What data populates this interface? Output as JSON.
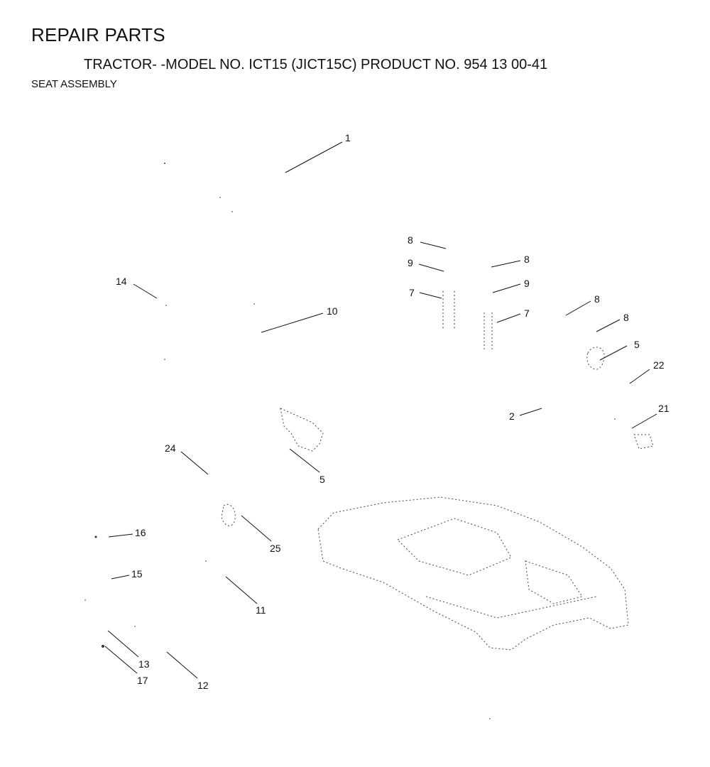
{
  "header": {
    "title": "REPAIR PARTS",
    "subtitle": "TRACTOR- -MODEL NO. ICT15 (JICT15C) PRODUCT NO. 954 13 00-41",
    "section": "SEAT ASSEMBLY"
  },
  "callouts": [
    {
      "id": "c1",
      "label": "1"
    },
    {
      "id": "c8a",
      "label": "8"
    },
    {
      "id": "c8b",
      "label": "8"
    },
    {
      "id": "c9a",
      "label": "9"
    },
    {
      "id": "c9b",
      "label": "9"
    },
    {
      "id": "c7a",
      "label": "7"
    },
    {
      "id": "c7b",
      "label": "7"
    },
    {
      "id": "c14",
      "label": "14"
    },
    {
      "id": "c10",
      "label": "10"
    },
    {
      "id": "c8c",
      "label": "8"
    },
    {
      "id": "c8d",
      "label": "8"
    },
    {
      "id": "c5a",
      "label": "5"
    },
    {
      "id": "c22",
      "label": "22"
    },
    {
      "id": "c2",
      "label": "2"
    },
    {
      "id": "c21",
      "label": "21"
    },
    {
      "id": "c24",
      "label": "24"
    },
    {
      "id": "c5b",
      "label": "5"
    },
    {
      "id": "c25",
      "label": "25"
    },
    {
      "id": "c16",
      "label": "16"
    },
    {
      "id": "c15",
      "label": "15"
    },
    {
      "id": "c11",
      "label": "11"
    },
    {
      "id": "c13",
      "label": "13"
    },
    {
      "id": "c17",
      "label": "17"
    },
    {
      "id": "c12",
      "label": "12"
    }
  ]
}
